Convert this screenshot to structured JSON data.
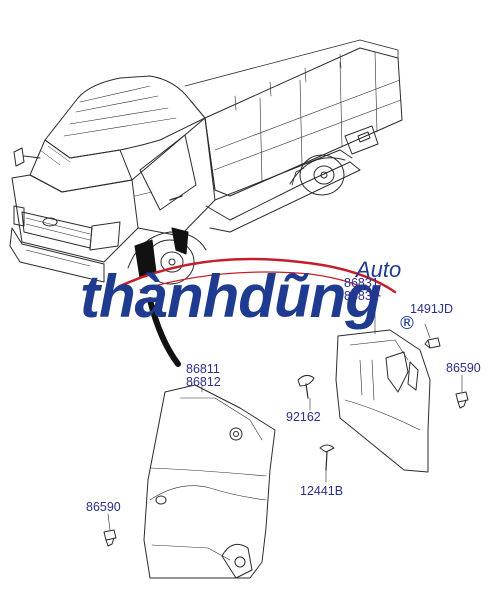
{
  "watermark": {
    "brand": "thànhdũng",
    "sub": "Auto",
    "mark": "®"
  },
  "labels": {
    "p86831": "86831",
    "p86832": "86832",
    "p1491JD": "1491JD",
    "p86590_right": "86590",
    "p86811": "86811",
    "p86812": "86812",
    "p92162": "92162",
    "p12441B": "12441B",
    "p86590_left": "86590"
  },
  "colors": {
    "line": "#2b2b2b",
    "label": "#2a2f8a",
    "watermark": "#1f3b8f",
    "swoosh": "#c21f2b"
  }
}
